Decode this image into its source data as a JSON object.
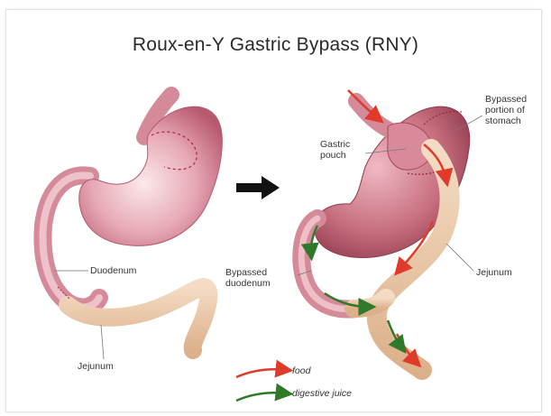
{
  "title": "Roux-en-Y Gastric Bypass (RNY)",
  "labels": {
    "duodenum": "Duodenum",
    "jejunum_left": "Jejunum",
    "gastric_pouch": "Gastric\npouch",
    "bypassed_stomach": "Bypassed\nportion of\nstomach",
    "bypassed_duodenum": "Bypassed\nduodenum",
    "jejunum_right": "Jejunum"
  },
  "legend": {
    "food": "food",
    "digestive_juice": "digestive juice"
  },
  "colors": {
    "stomach": "#d98a9a",
    "stomach_light": "#f3d0d6",
    "intestine": "#e9c7a6",
    "food_arrow": "#e03a2a",
    "juice_arrow": "#2f7a2a",
    "main_arrow": "#111111"
  }
}
